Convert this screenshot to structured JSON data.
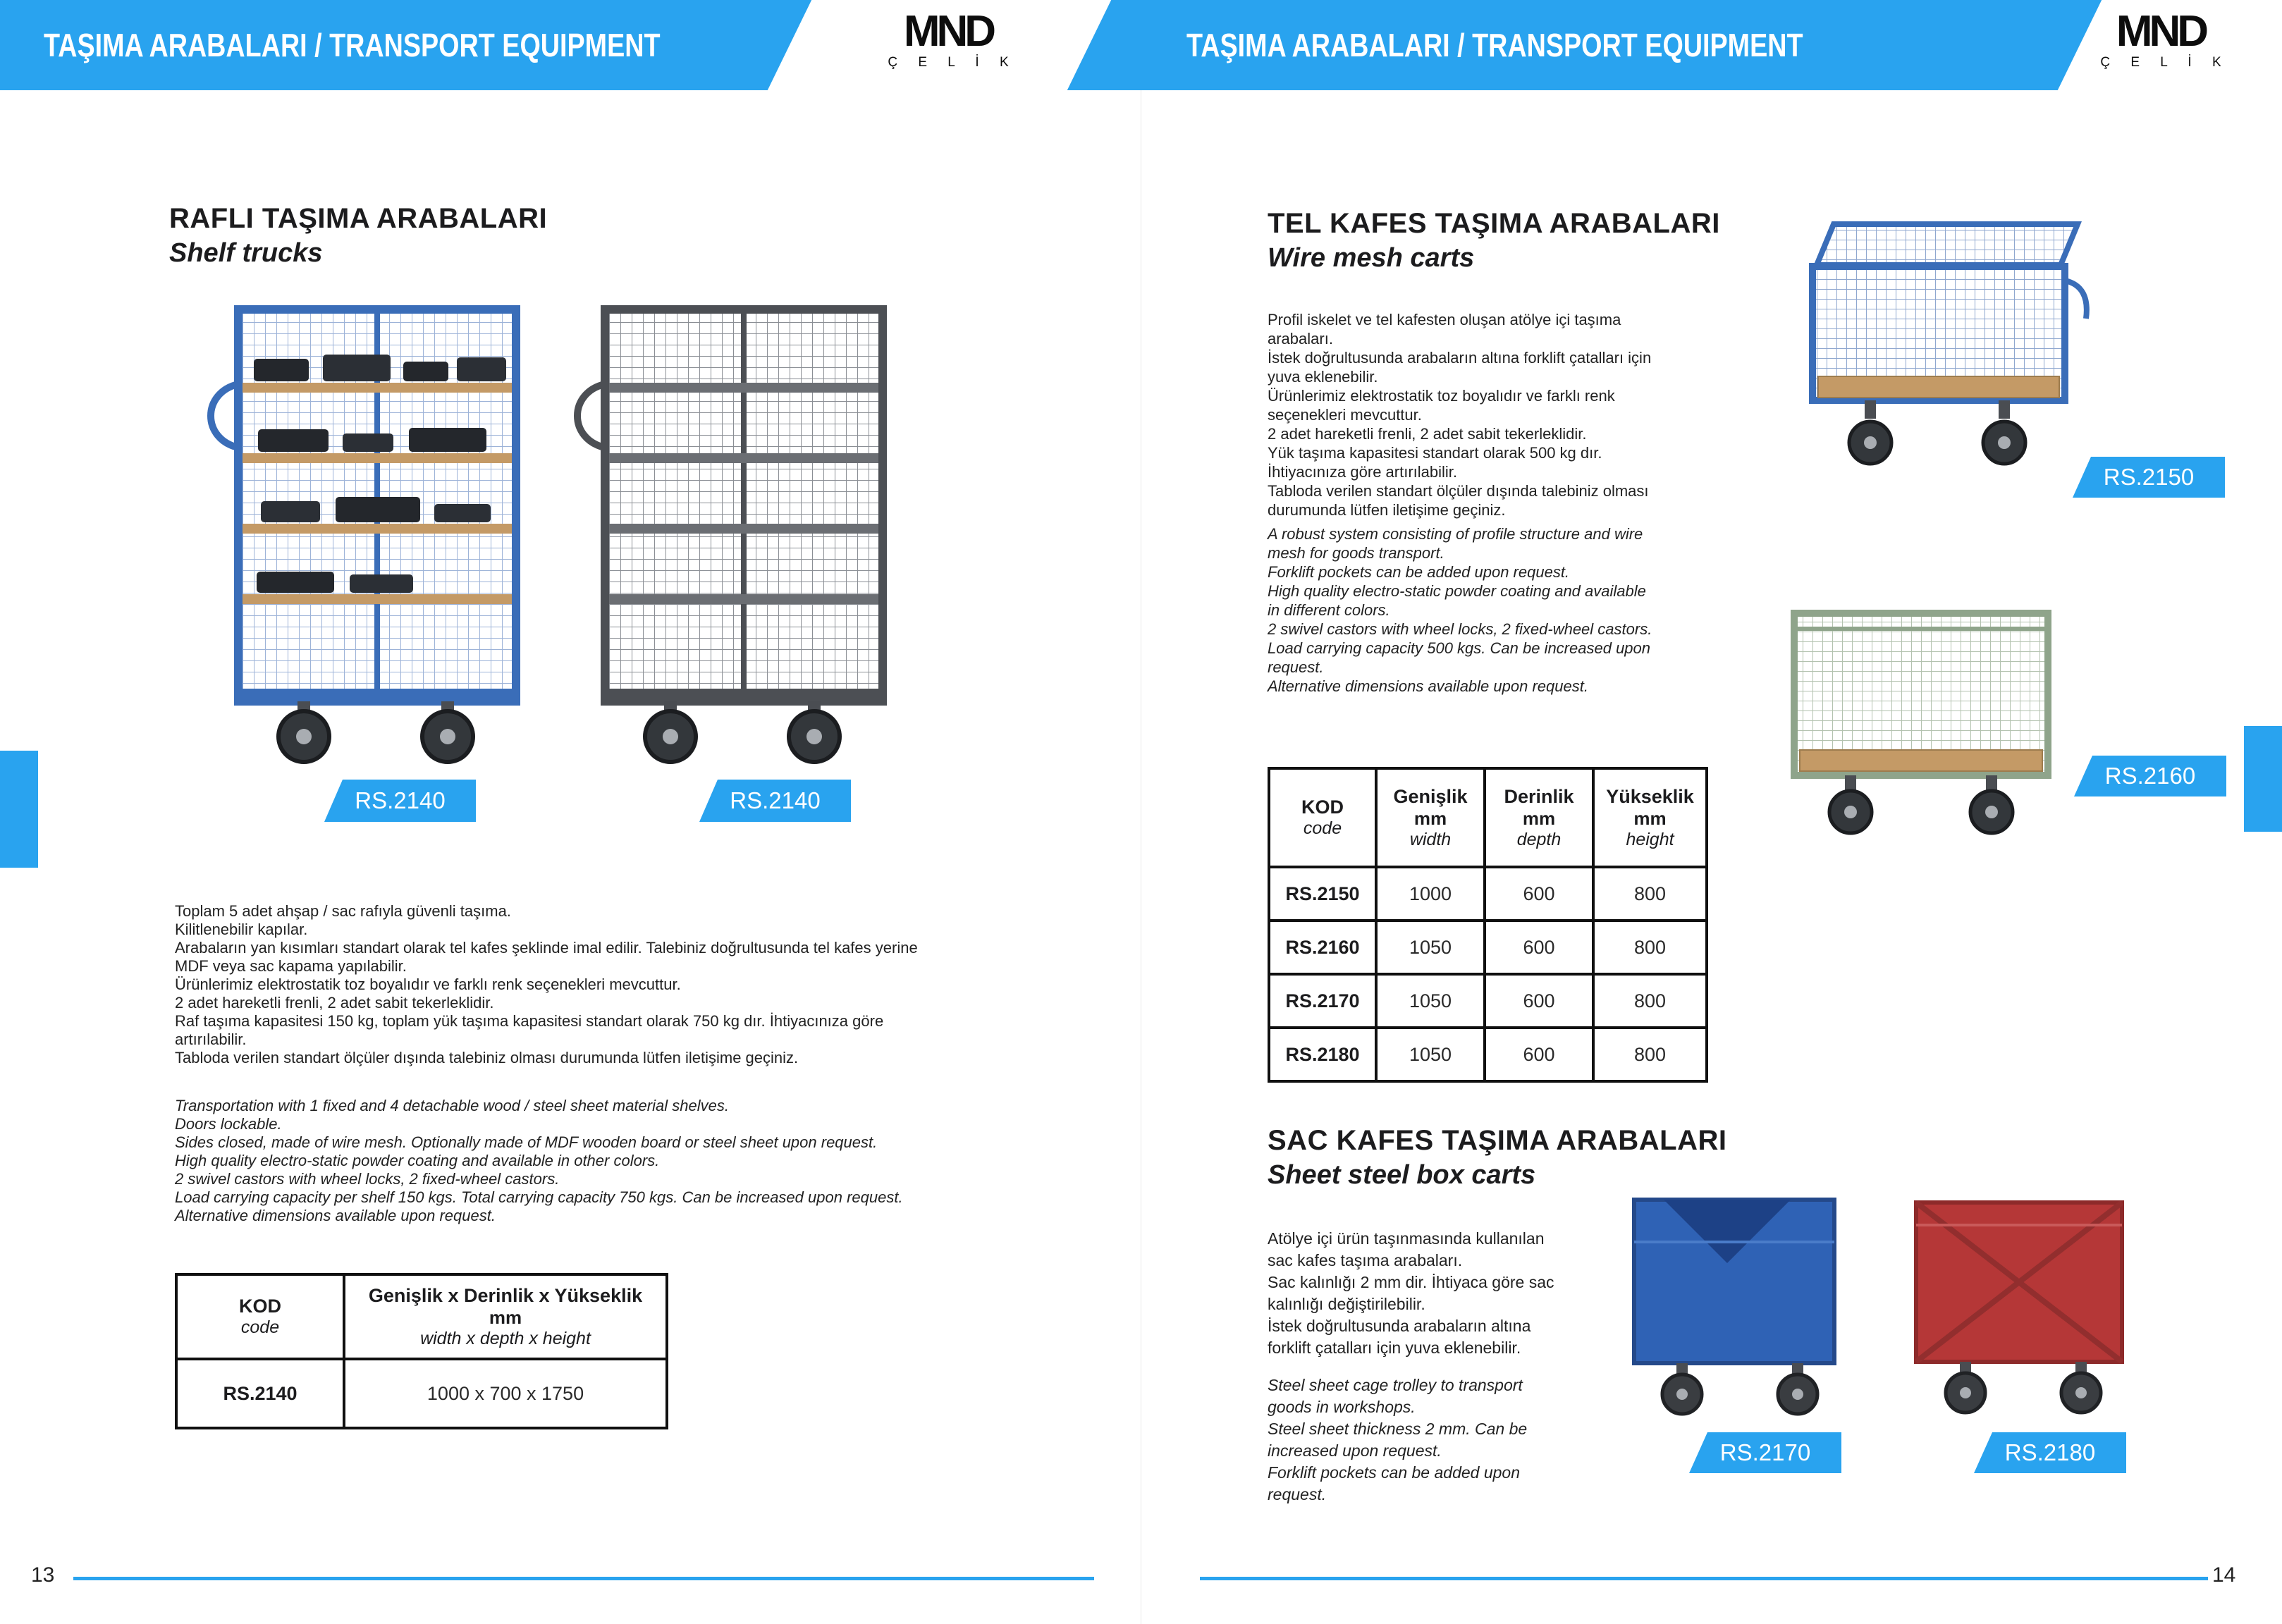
{
  "colors": {
    "accent": "#29A3EF",
    "text": "#1c1c1e",
    "truck_blue": "#3a6db8",
    "truck_grey": "#4c4f54",
    "cart_green": "#8fa48b",
    "cart_blue": "#2f62b5",
    "cart_red": "#b53737",
    "wood": "#c49a66"
  },
  "header": {
    "title_left": "TAŞIMA ARABALARI / TRANSPORT EQUIPMENT",
    "title_right": "TAŞIMA ARABALARI / TRANSPORT EQUIPMENT",
    "logo_text": "MND",
    "logo_sub": "Ç E L İ K"
  },
  "left_page": {
    "page_number": "13",
    "title_tr": "RAFLI TAŞIMA ARABALARI",
    "title_en": "Shelf trucks",
    "badge_left": "RS.2140",
    "badge_right": "RS.2140",
    "desc_tr": "Toplam 5 adet ahşap / sac rafıyla güvenli taşıma.\nKilitlenebilir kapılar.\nArabaların yan kısımları standart olarak tel kafes şeklinde imal edilir. Talebiniz doğrultusunda tel kafes yerine\nMDF veya sac kapama yapılabilir.\nÜrünlerimiz elektrostatik toz boyalıdır ve farklı renk seçenekleri mevcuttur.\n2 adet hareketli frenli, 2 adet sabit tekerleklidir.\nRaf taşıma kapasitesi 150 kg, toplam yük taşıma kapasitesi standart olarak 750 kg dır. İhtiyacınıza göre\nartırılabilir.\nTabloda verilen standart ölçüler dışında talebiniz olması durumunda lütfen iletişime geçiniz.",
    "desc_en": "Transportation with 1 fixed and 4 detachable wood / steel sheet material shelves.\nDoors lockable.\nSides closed, made of wire mesh. Optionally made of MDF wooden board or steel sheet upon request.\nHigh quality electro-static powder coating and available in other colors.\n2 swivel castors with wheel locks, 2 fixed-wheel castors.\nLoad carrying capacity per shelf 150 kgs. Total carrying capacity 750 kgs. Can be increased upon request.\nAlternative dimensions available upon request.",
    "table": {
      "col1_tr": "KOD",
      "col1_en": "code",
      "col2_tr": "Genişlik x Derinlik x Yükseklik",
      "col2_unit": "mm",
      "col2_en": "width x depth x height",
      "rows": [
        [
          "RS.2140",
          "1000 x 700 x 1750"
        ]
      ]
    }
  },
  "right_page": {
    "page_number": "14",
    "wire": {
      "title_tr": "TEL KAFES TAŞIMA ARABALARI",
      "title_en": "Wire mesh carts",
      "desc_tr": "Profil iskelet ve tel kafesten oluşan atölye içi taşıma\narabaları.\nİstek doğrultusunda arabaların altına forklift çatalları için\nyuva eklenebilir.\nÜrünlerimiz elektrostatik toz boyalıdır ve farklı renk\nseçenekleri mevcuttur.\n2 adet hareketli frenli, 2 adet sabit tekerleklidir.\nYük taşıma kapasitesi standart olarak 500 kg dır.\nİhtiyacınıza göre artırılabilir.\nTabloda verilen standart ölçüler dışında talebiniz olması\ndurumunda lütfen iletişime geçiniz.",
      "desc_en": "A robust system consisting of profile structure and wire\nmesh for goods transport.\nForklift pockets can be added upon request.\nHigh quality electro-static powder coating and available\nin different colors.\n2 swivel castors with wheel locks, 2 fixed-wheel castors.\nLoad carrying capacity 500 kgs. Can be increased upon\nrequest.\nAlternative dimensions available upon request.",
      "badge_top": "RS.2150",
      "badge_bottom": "RS.2160",
      "table": {
        "cols": [
          {
            "tr": "KOD",
            "en": "code"
          },
          {
            "tr": "Genişlik",
            "unit": "mm",
            "en": "width"
          },
          {
            "tr": "Derinlik",
            "unit": "mm",
            "en": "depth"
          },
          {
            "tr": "Yükseklik",
            "unit": "mm",
            "en": "height"
          }
        ],
        "rows": [
          [
            "RS.2150",
            "1000",
            "600",
            "800"
          ],
          [
            "RS.2160",
            "1050",
            "600",
            "800"
          ],
          [
            "RS.2170",
            "1050",
            "600",
            "800"
          ],
          [
            "RS.2180",
            "1050",
            "600",
            "800"
          ]
        ]
      }
    },
    "steel": {
      "title_tr": "SAC KAFES TAŞIMA ARABALARI",
      "title_en": "Sheet steel box carts",
      "desc_tr": "Atölye içi ürün taşınmasında kullanılan\nsac kafes taşıma arabaları.\nSac kalınlığı 2 mm dir. İhtiyaca göre sac\nkalınlığı değiştirilebilir.\nİstek doğrultusunda arabaların altına\nforklift çatalları için yuva eklenebilir.",
      "desc_en": "Steel sheet cage trolley to transport\ngoods in workshops.\nSteel sheet thickness 2 mm. Can be\nincreased upon request.\nForklift pockets can be added upon\nrequest.",
      "badge_left": "RS.2170",
      "badge_right": "RS.2180"
    }
  }
}
